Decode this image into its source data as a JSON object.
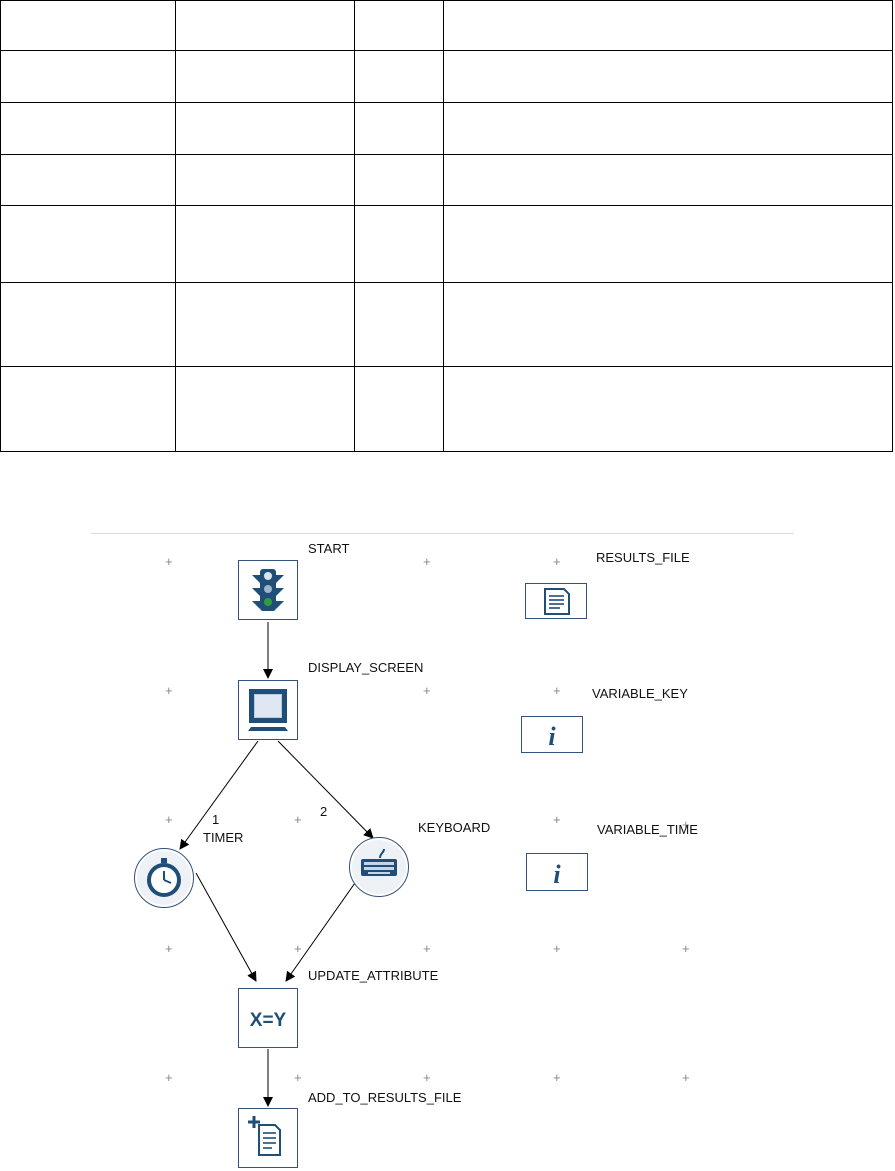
{
  "diagram": {
    "nodes": {
      "start": {
        "label": "START",
        "icon": "traffic-light-icon"
      },
      "results_file": {
        "label": "RESULTS_FILE",
        "icon": "document-icon"
      },
      "display_screen": {
        "label": "DISPLAY_SCREEN",
        "icon": "monitor-icon"
      },
      "variable_key": {
        "label": "VARIABLE_KEY",
        "icon": "info-icon"
      },
      "timer": {
        "label": "TIMER",
        "icon": "stopwatch-icon"
      },
      "keyboard": {
        "label": "KEYBOARD",
        "icon": "keyboard-icon"
      },
      "variable_time": {
        "label": "VARIABLE_TIME",
        "icon": "info-icon"
      },
      "update_attribute": {
        "label": "UPDATE_ATTRIBUTE",
        "icon": "assignment-icon",
        "glyph": "X=Y"
      },
      "add_to_results_file": {
        "label": "ADD_TO_RESULTS_FILE",
        "icon": "add-document-icon"
      }
    },
    "edge_labels": {
      "to_timer": "1",
      "to_keyboard": "2"
    },
    "colors": {
      "icon_blue": "#1f4e79",
      "icon_border": "#33517a",
      "arrow": "#000000",
      "grid_marker": "#888888"
    }
  }
}
